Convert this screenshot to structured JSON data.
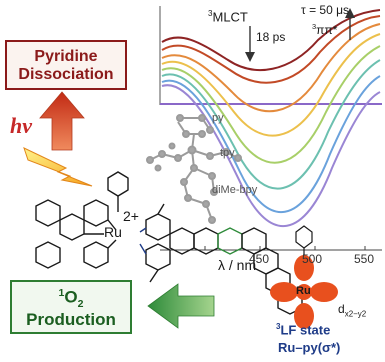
{
  "boxes": {
    "pyridine_line1": "Pyridine",
    "pyridine_line2": "Dissociation",
    "o2_sup": "1",
    "o2_main": "O",
    "o2_sub": "2",
    "o2_line2": "Production"
  },
  "hv": "hν",
  "complex": {
    "charge": "2+",
    "metal": "Ru"
  },
  "spectra": {
    "mlct_sup": "3",
    "mlct": "MLCT",
    "time_ps": "18 ps",
    "tau": "τ = 50 μs",
    "pipi_sup": "3",
    "pipi": "ππ*",
    "xlabel": "λ / nm",
    "ticks": [
      "450",
      "500",
      "550"
    ]
  },
  "structure_labels": {
    "py": "py",
    "tpy": "tpy",
    "bpy": "diMe-bpy"
  },
  "orbital": {
    "metal": "Ru",
    "d_label": "d",
    "d_sub": "x2−y2",
    "state_sup": "3",
    "state": "LF state",
    "bond": "Ru–py(σ*)"
  },
  "colors": {
    "pyridine_border": "#8b1a1a",
    "o2_border": "#2e7d32",
    "orbital": "#e8501e",
    "label_blue": "#1f3c88"
  }
}
